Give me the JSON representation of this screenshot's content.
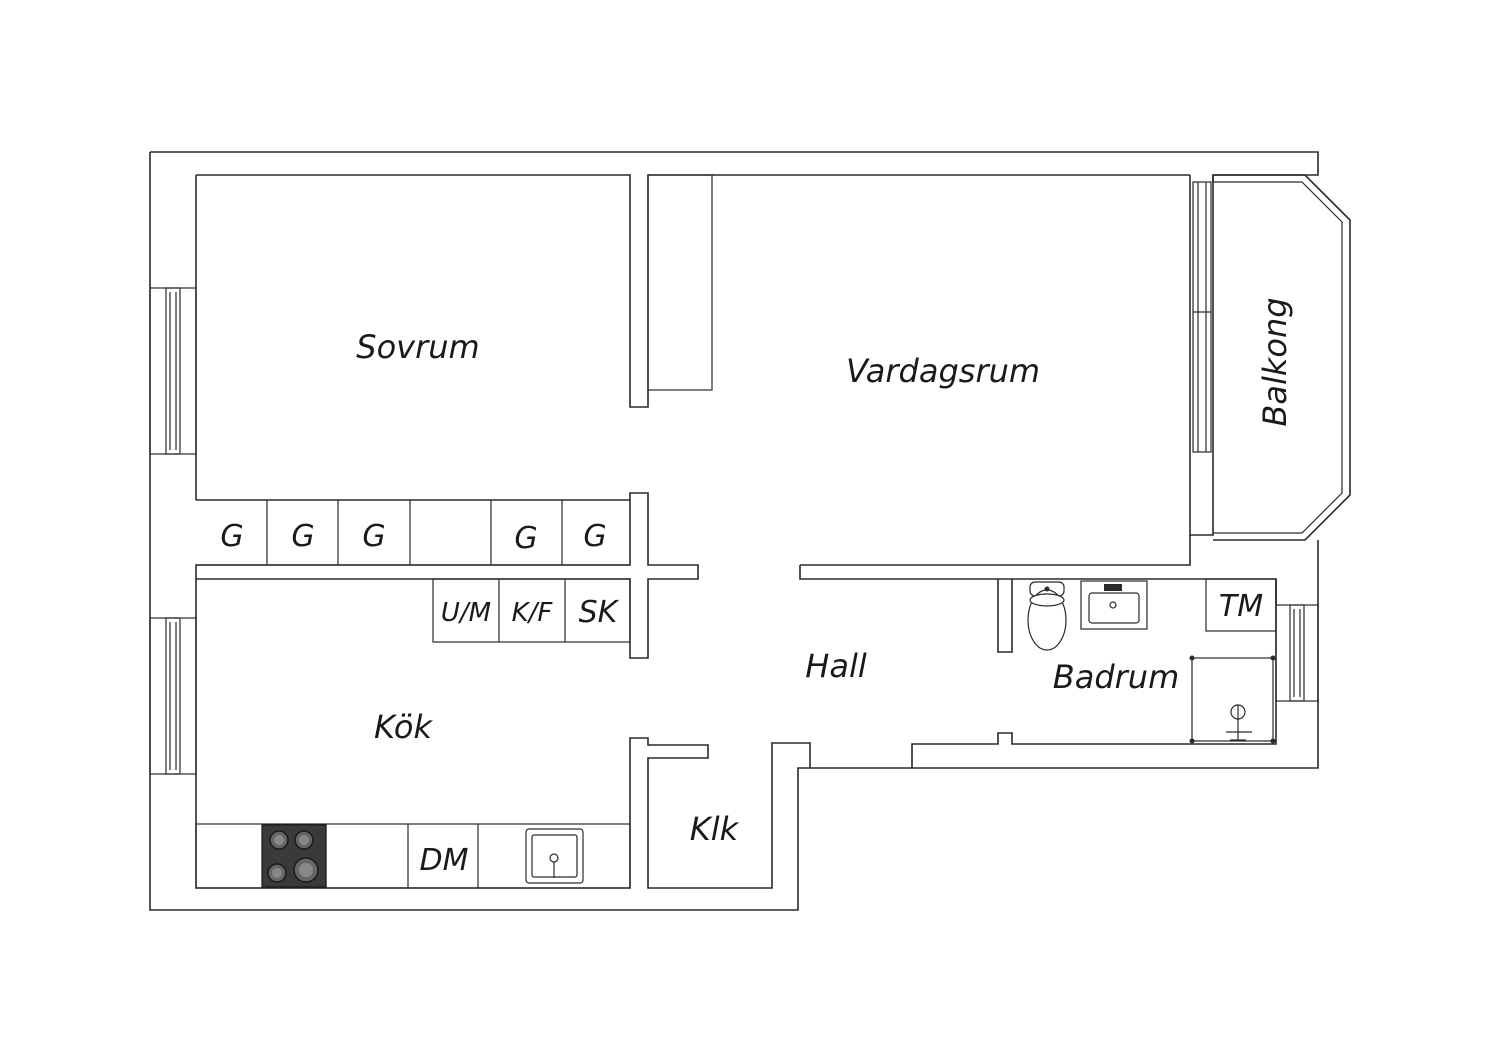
{
  "rooms": {
    "sovrum": "Sovrum",
    "vardagsrum": "Vardagsrum",
    "balkong": "Balkong",
    "kok": "Kök",
    "hall": "Hall",
    "badrum": "Badrum",
    "klk": "Klk"
  },
  "cabinets": {
    "g1": "G",
    "g2": "G",
    "g3": "G",
    "g4": "G",
    "g5": "G",
    "um": "U/M",
    "kf": "K/F",
    "sk": "SK",
    "tm": "TM",
    "dm": "DM"
  }
}
